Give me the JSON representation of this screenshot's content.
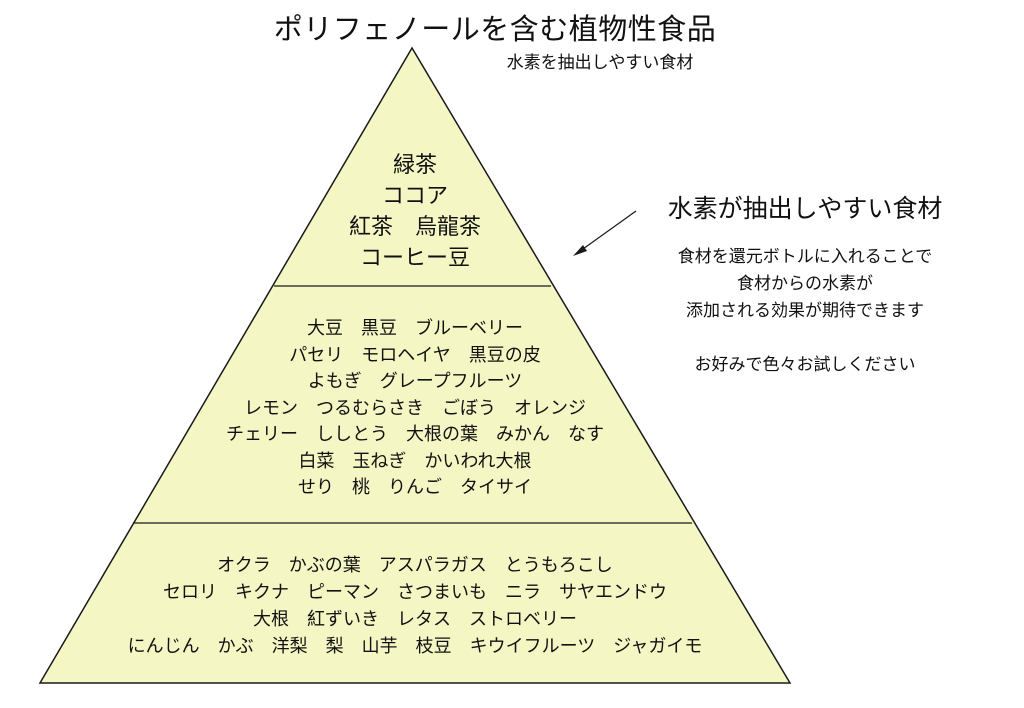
{
  "title": "ポリフェノールを含む植物性食品",
  "subtitle": "水素を抽出しやすい食材",
  "pyramid": {
    "fill_color": "#f4f7c4",
    "outline_color": "#1a1a1a",
    "tiers": [
      {
        "lines": [
          "緑茶",
          "ココア",
          "紅茶　烏龍茶",
          "コーヒー豆"
        ]
      },
      {
        "lines": [
          "大豆　黒豆　ブルーベリー",
          "パセリ　モロヘイヤ　黒豆の皮",
          "よもぎ　グレープフルーツ",
          "レモン　つるむらさき　ごぼう　オレンジ",
          "チェリー　ししとう　大根の葉　みかん　なす",
          "白菜　玉ねぎ　かいわれ大根",
          "せり　桃　りんご　タイサイ"
        ]
      },
      {
        "lines": [
          "オクラ　かぶの葉　アスパラガス　とうもろこし",
          "セロリ　キクナ　ピーマン　さつまいも　ニラ　サヤエンドウ",
          "大根　紅ずいき　レタス　ストロベリー",
          "にんじん　かぶ　洋梨　梨　山芋　枝豆　キウイフルーツ　ジャガイモ"
        ]
      }
    ]
  },
  "callout": {
    "title": "水素が抽出しやすい食材",
    "description_lines": [
      "食材を還元ボトルに入れることで",
      "食材からの水素が",
      "添加される効果が期待できます",
      "",
      "お好みで色々お試しください"
    ]
  }
}
